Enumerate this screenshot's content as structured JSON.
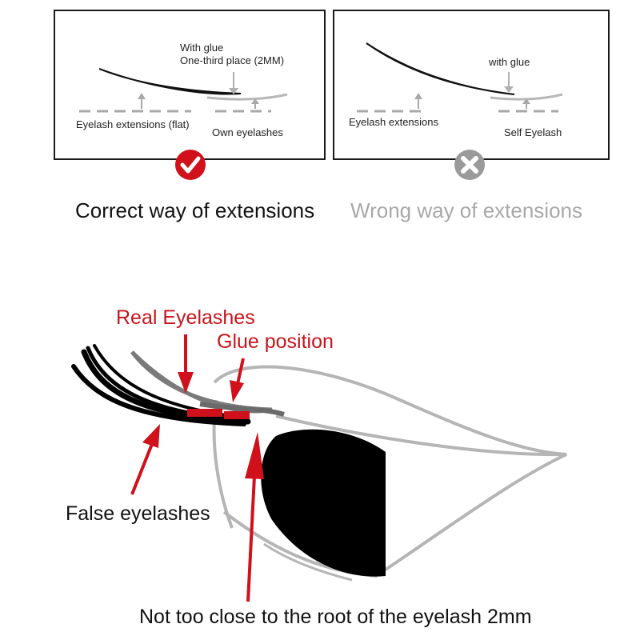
{
  "panels": {
    "correct": {
      "glue_label": "With glue",
      "glue_place_label": "One-third place (2MM)",
      "extension_label": "Eyelash extensions (flat)",
      "own_label": "Own eyelashes",
      "caption": "Correct way of extensions"
    },
    "wrong": {
      "glue_label": "with glue",
      "extension_label": "Eyelash extensions",
      "own_label": "Self Eyelash",
      "caption": "Wrong way of extensions"
    }
  },
  "diagram": {
    "real_eyelashes": "Real Eyelashes",
    "glue_position": "Glue position",
    "false_eyelashes": "False eyelashes",
    "note": "Not too close to the root of the eyelash 2mm"
  },
  "colors": {
    "accent_red": "#d0111c",
    "arrow_gray": "#b0b0b0",
    "caption_gray": "#a8a8a8",
    "frame": "#1a1a1a"
  },
  "icons": {
    "correct_badge": "check-circle-icon",
    "wrong_badge": "x-circle-icon"
  }
}
